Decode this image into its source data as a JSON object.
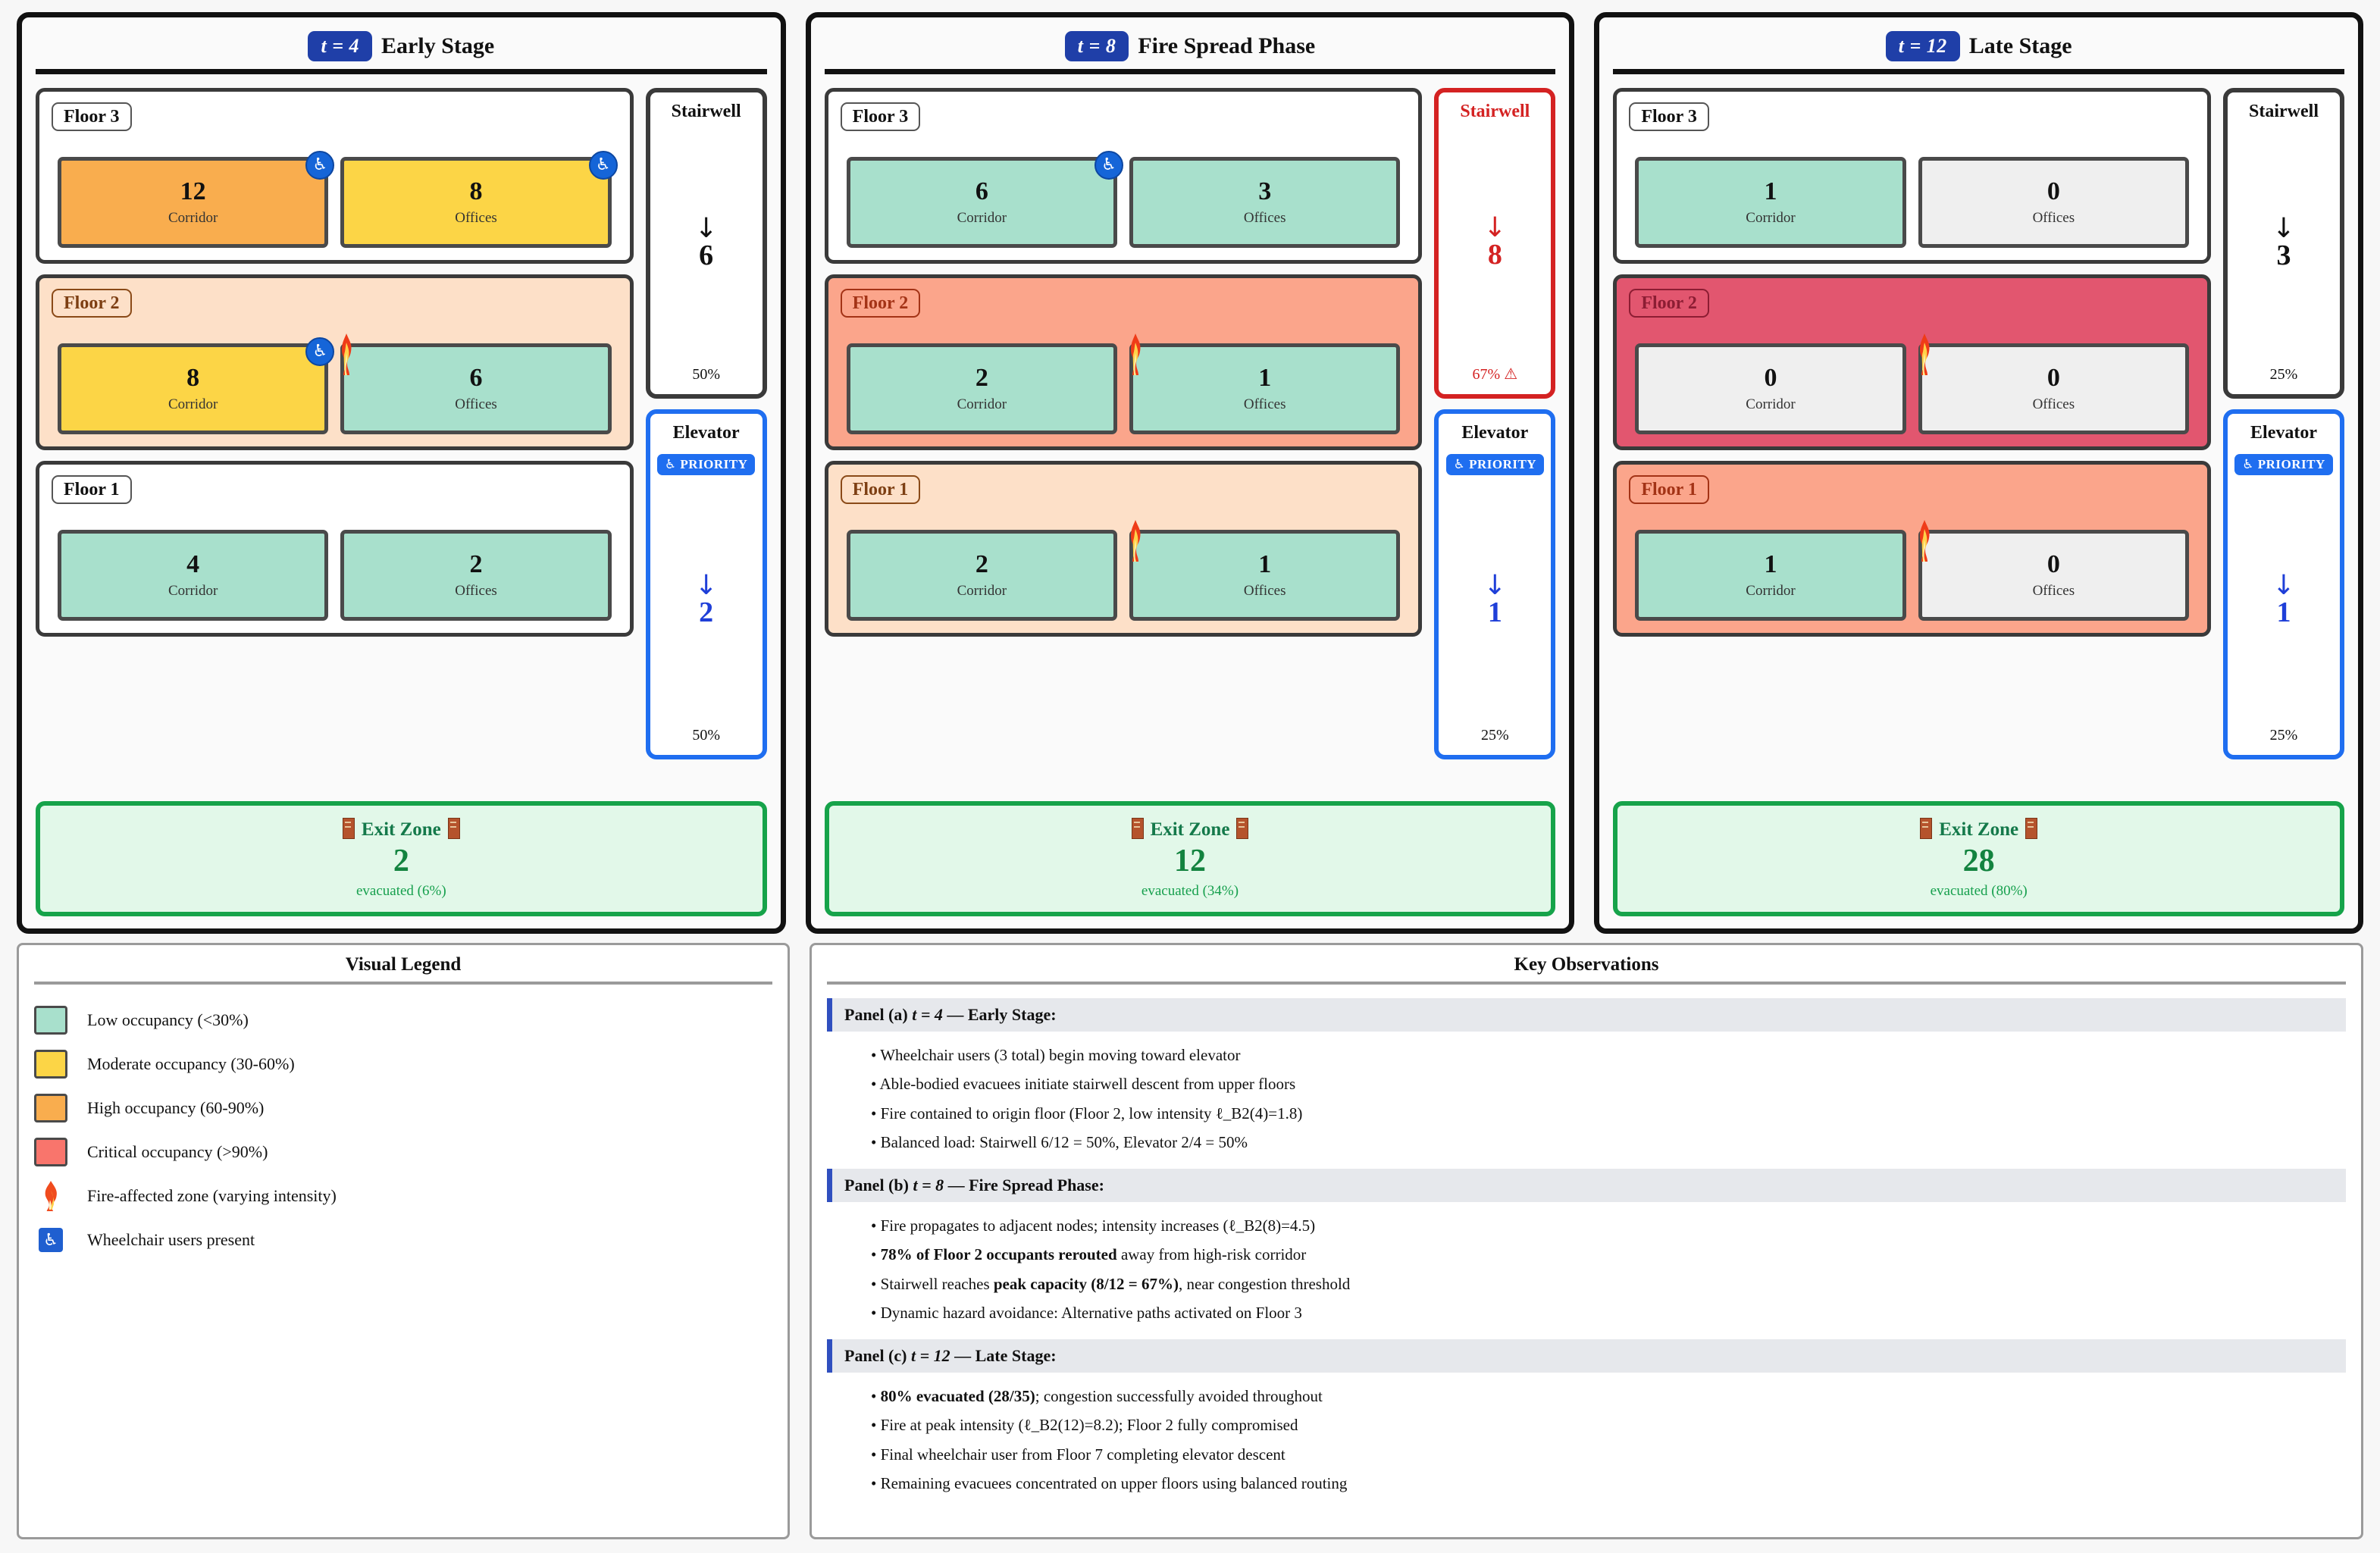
{
  "panels": [
    {
      "id": "a",
      "time_badge": "t = 4",
      "title": "Early Stage",
      "floors": [
        {
          "label": "Floor 3",
          "fire": "none",
          "cells": [
            {
              "count": "12",
              "name": "Corridor",
              "level": "high",
              "wheelchair": true,
              "flame": false
            },
            {
              "count": "8",
              "name": "Offices",
              "level": "moderate",
              "wheelchair": true,
              "flame": false
            }
          ]
        },
        {
          "label": "Floor 2",
          "fire": "low",
          "cells": [
            {
              "count": "8",
              "name": "Corridor",
              "level": "moderate",
              "wheelchair": true,
              "flame": false
            },
            {
              "count": "6",
              "name": "Offices",
              "level": "low",
              "wheelchair": false,
              "flame": true
            }
          ]
        },
        {
          "label": "Floor 1",
          "fire": "none",
          "cells": [
            {
              "count": "4",
              "name": "Corridor",
              "level": "low",
              "wheelchair": false,
              "flame": false
            },
            {
              "count": "2",
              "name": "Offices",
              "level": "low",
              "wheelchair": false,
              "flame": false
            }
          ]
        }
      ],
      "stairwell": {
        "title": "Stairwell",
        "arrow": "↓",
        "count": "6",
        "pct": "50%",
        "alarm": false
      },
      "elevator": {
        "title": "Elevator",
        "priority_label": "PRIORITY",
        "arrow": "↓",
        "count": "2",
        "pct": "50%"
      },
      "exit": {
        "title": "Exit Zone",
        "count": "2",
        "sub": "evacuated (6%)"
      }
    },
    {
      "id": "b",
      "time_badge": "t = 8",
      "title": "Fire Spread Phase",
      "floors": [
        {
          "label": "Floor 3",
          "fire": "none",
          "cells": [
            {
              "count": "6",
              "name": "Corridor",
              "level": "low",
              "wheelchair": true,
              "flame": false
            },
            {
              "count": "3",
              "name": "Offices",
              "level": "low",
              "wheelchair": false,
              "flame": false
            }
          ]
        },
        {
          "label": "Floor 2",
          "fire": "mid",
          "cells": [
            {
              "count": "2",
              "name": "Corridor",
              "level": "low",
              "wheelchair": false,
              "flame": false
            },
            {
              "count": "1",
              "name": "Offices",
              "level": "low",
              "wheelchair": false,
              "flame": true
            }
          ]
        },
        {
          "label": "Floor 1",
          "fire": "low",
          "cells": [
            {
              "count": "2",
              "name": "Corridor",
              "level": "low",
              "wheelchair": false,
              "flame": false
            },
            {
              "count": "1",
              "name": "Offices",
              "level": "low",
              "wheelchair": false,
              "flame": true
            }
          ]
        }
      ],
      "stairwell": {
        "title": "Stairwell",
        "arrow": "↓",
        "count": "8",
        "pct": "67% ⚠",
        "alarm": true
      },
      "elevator": {
        "title": "Elevator",
        "priority_label": "PRIORITY",
        "arrow": "↓",
        "count": "1",
        "pct": "25%"
      },
      "exit": {
        "title": "Exit Zone",
        "count": "12",
        "sub": "evacuated (34%)"
      }
    },
    {
      "id": "c",
      "time_badge": "t = 12",
      "title": "Late Stage",
      "floors": [
        {
          "label": "Floor 3",
          "fire": "none",
          "cells": [
            {
              "count": "1",
              "name": "Corridor",
              "level": "low",
              "wheelchair": false,
              "flame": false
            },
            {
              "count": "0",
              "name": "Offices",
              "level": "empty",
              "wheelchair": false,
              "flame": false
            }
          ]
        },
        {
          "label": "Floor 2",
          "fire": "high",
          "cells": [
            {
              "count": "0",
              "name": "Corridor",
              "level": "empty",
              "wheelchair": false,
              "flame": false
            },
            {
              "count": "0",
              "name": "Offices",
              "level": "empty",
              "wheelchair": false,
              "flame": true
            }
          ]
        },
        {
          "label": "Floor 1",
          "fire": "mid",
          "cells": [
            {
              "count": "1",
              "name": "Corridor",
              "level": "low",
              "wheelchair": false,
              "flame": false
            },
            {
              "count": "0",
              "name": "Offices",
              "level": "empty",
              "wheelchair": false,
              "flame": true
            }
          ]
        }
      ],
      "stairwell": {
        "title": "Stairwell",
        "arrow": "↓",
        "count": "3",
        "pct": "25%",
        "alarm": false
      },
      "elevator": {
        "title": "Elevator",
        "priority_label": "PRIORITY",
        "arrow": "↓",
        "count": "1",
        "pct": "25%"
      },
      "exit": {
        "title": "Exit Zone",
        "count": "28",
        "sub": "evacuated (80%)"
      }
    }
  ],
  "legend": {
    "title": "Visual Legend",
    "items": [
      {
        "kind": "swatch",
        "color": "#a8e0cc",
        "label": "Low occupancy (<30%)"
      },
      {
        "kind": "swatch",
        "color": "#fcd546",
        "label": "Moderate occupancy (30-60%)"
      },
      {
        "kind": "swatch",
        "color": "#f9ad4e",
        "label": "High occupancy (60-90%)"
      },
      {
        "kind": "swatch",
        "color": "#f9756c",
        "label": "Critical occupancy (>90%)"
      },
      {
        "kind": "flame-icon",
        "label": "Fire-affected zone (varying intensity)"
      },
      {
        "kind": "wheelchair-icon",
        "label": "Wheelchair users present"
      }
    ]
  },
  "observations": {
    "title": "Key Observations",
    "groups": [
      {
        "heading_prefix": "Panel (a) ",
        "heading_time": "t = 4",
        "heading_suffix": " — Early Stage:",
        "items": [
          {
            "text": "Wheelchair users (3 total) begin moving toward elevator"
          },
          {
            "text": "Able-bodied evacuees initiate stairwell descent from upper floors"
          },
          {
            "text": "Fire contained to origin floor (Floor 2, low intensity ℓ_B2(4)=1.8)"
          },
          {
            "text": "Balanced load: Stairwell 6/12 = 50%, Elevator 2/4 = 50%"
          }
        ]
      },
      {
        "heading_prefix": "Panel (b) ",
        "heading_time": "t = 8",
        "heading_suffix": " — Fire Spread Phase:",
        "items": [
          {
            "text": "Fire propagates to adjacent nodes; intensity increases (ℓ_B2(8)=4.5)"
          },
          {
            "bold": "78% of Floor 2 occupants rerouted",
            "text": " away from high-risk corridor"
          },
          {
            "text": "Stairwell reaches ",
            "bold_mid": "peak capacity (8/12 = 67%)",
            "text2": ", near congestion threshold"
          },
          {
            "text": "Dynamic hazard avoidance: Alternative paths activated on Floor 3"
          }
        ]
      },
      {
        "heading_prefix": "Panel (c) ",
        "heading_time": "t = 12",
        "heading_suffix": " — Late Stage:",
        "items": [
          {
            "bold": "80% evacuated (28/35)",
            "text": "; congestion successfully avoided throughout"
          },
          {
            "text": "Fire at peak intensity (ℓ_B2(12)=8.2); Floor 2 fully compromised"
          },
          {
            "text": "Final wheelchair user from Floor 7 completing elevator descent"
          },
          {
            "text": "Remaining evacuees concentrated on upper floors using balanced routing"
          }
        ]
      }
    ]
  },
  "colors": {
    "accent_blue": "#1f3fa8",
    "elevator_blue": "#1f6ef0",
    "alarm_red": "#d42222",
    "exit_green": "#16a34a"
  }
}
